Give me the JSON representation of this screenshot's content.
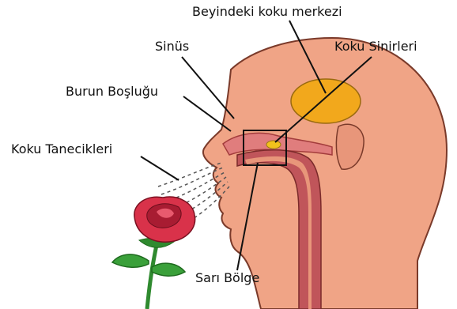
{
  "labels": {
    "brain_center": "Beyindeki koku merkezi",
    "sinus": "Sinüs",
    "olfactory_nerves": "Koku Sinirleri",
    "nasal_cavity": "Burun Boşluğu",
    "odor_particles": "Koku Tanecikleri",
    "yellow_region": "Sarı Bölge"
  },
  "colors": {
    "skin": "#f0a486",
    "skin_shadow": "#d98a6b",
    "brain": "#f2a81c",
    "airway": "#c0555a",
    "airway_inner": "#e07d7d",
    "rose_petal": "#d9324a",
    "rose_dark": "#a81c32",
    "stem": "#2f8a2f"
  }
}
